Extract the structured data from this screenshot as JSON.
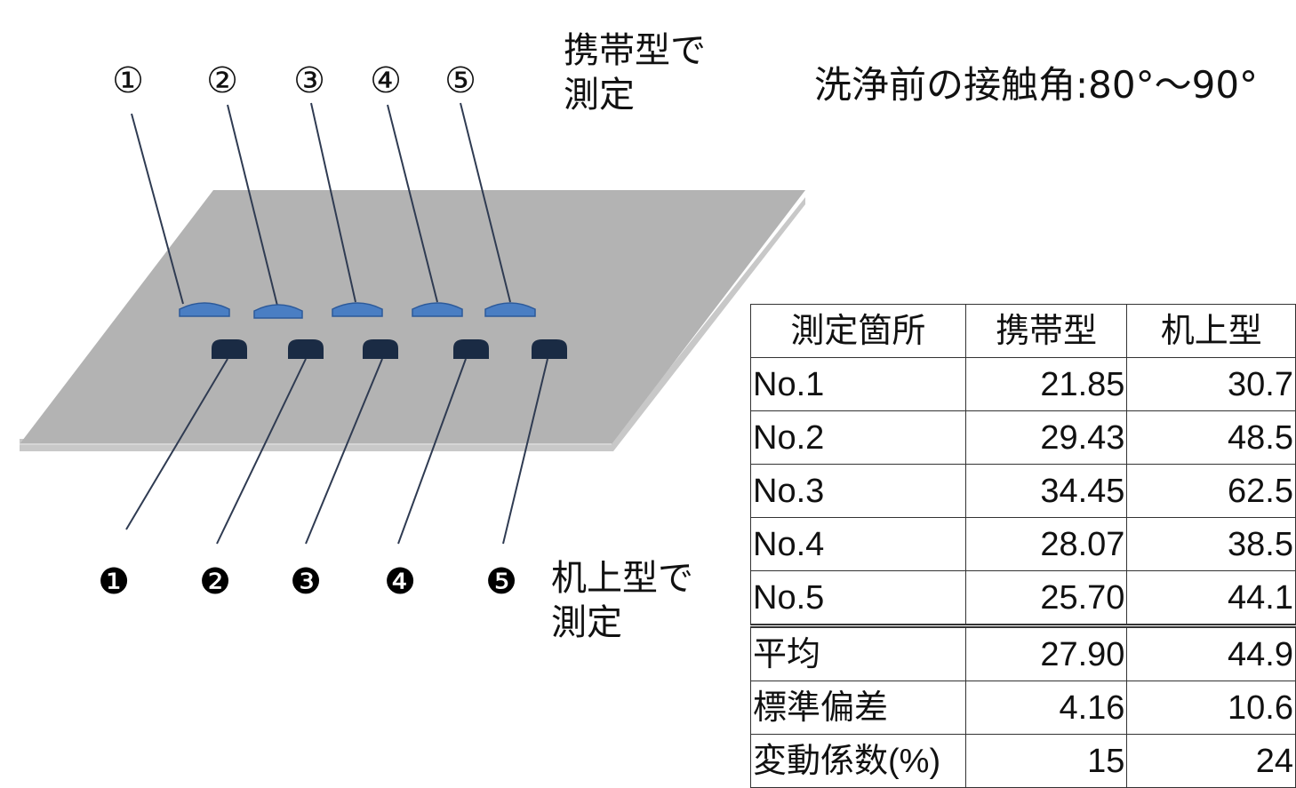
{
  "captions": {
    "portable_measure": "携帯型で\n測定",
    "desktop_measure": "机上型で\n測定",
    "contact_angle_before_cleaning": "洗浄前の接触角:80°～90°"
  },
  "portable_markers": [
    "①",
    "②",
    "③",
    "④",
    "⑤"
  ],
  "desktop_markers": [
    "❶",
    "❷",
    "❸",
    "❹",
    "❺"
  ],
  "colors": {
    "plate": "#b3b3b3",
    "plate_edge": "#c8c8c8",
    "portable_droplet": "#4a7ec3",
    "desktop_droplet": "#1a2b44",
    "leader_line": "#2f3b52"
  },
  "table": {
    "headers": [
      "測定箇所",
      "携帯型",
      "机上型"
    ],
    "rows": [
      [
        "No.1",
        "21.85",
        "30.7"
      ],
      [
        "No.2",
        "29.43",
        "48.5"
      ],
      [
        "No.3",
        "34.45",
        "62.5"
      ],
      [
        "No.4",
        "28.07",
        "38.5"
      ],
      [
        "No.5",
        "25.70",
        "44.1"
      ]
    ],
    "summary": [
      [
        "平均",
        "27.90",
        "44.9"
      ],
      [
        "標準偏差",
        "4.16",
        "10.6"
      ],
      [
        "変動係数(%)",
        "15",
        "24"
      ]
    ]
  }
}
